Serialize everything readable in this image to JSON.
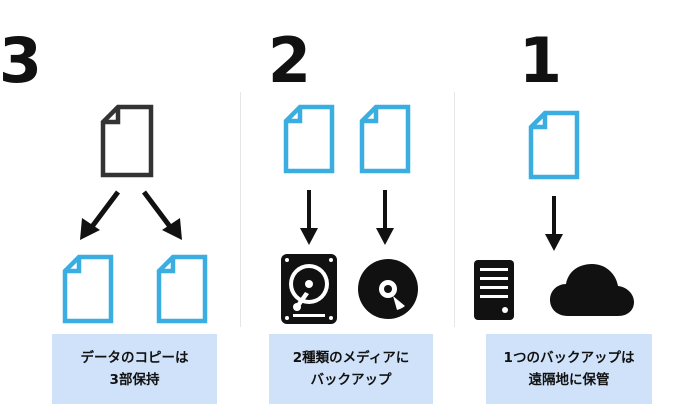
{
  "columns": [
    {
      "number": "3",
      "caption": {
        "line1": "データのコピーは",
        "line2": "3部保持"
      },
      "icons": [
        "document-icon",
        "arrow-down-left-icon",
        "arrow-down-right-icon",
        "document-icon",
        "document-icon"
      ]
    },
    {
      "number": "2",
      "caption": {
        "line1": "2種類のメディアに",
        "line2": "バックアップ"
      },
      "icons": [
        "document-icon",
        "document-icon",
        "arrow-down-icon",
        "arrow-down-icon",
        "hard-drive-icon",
        "optical-disc-icon"
      ]
    },
    {
      "number": "1",
      "caption": {
        "line1": "1つのバックアップは",
        "line2": "遠隔地に保管"
      },
      "icons": [
        "document-icon",
        "arrow-down-icon",
        "server-icon",
        "cloud-icon"
      ]
    }
  ],
  "colors": {
    "doc_outline_dark": "#333333",
    "doc_outline_blue": "#3aaee0",
    "caption_bg": "#cfe2f9",
    "text": "#111111"
  }
}
